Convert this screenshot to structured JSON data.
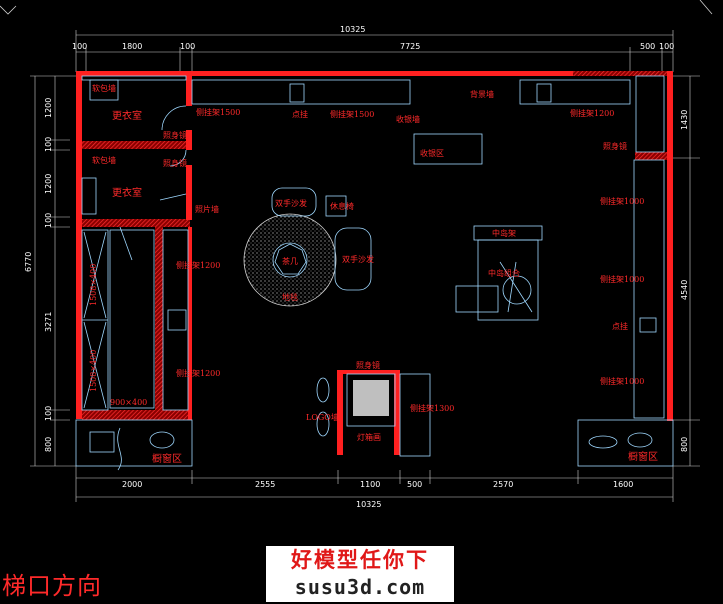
{
  "dims": {
    "top_total": "10325",
    "top_segments": [
      "100",
      "1800",
      "100",
      "7725",
      "500",
      "100"
    ],
    "bottom_segments": [
      "2000",
      "2555",
      "1100",
      "500",
      "2570",
      "1600"
    ],
    "bottom_total": "10325",
    "left_total": "6770",
    "left_segments": [
      "1200",
      "100",
      "1200",
      "100",
      "3271",
      "100",
      "800"
    ],
    "right_segments": [
      "1430",
      "4540",
      "800"
    ]
  },
  "labels": {
    "soft_pack_1": "软包墙",
    "soft_pack_2": "软包墙",
    "fitting_room_1": "更衣室",
    "fitting_room_2": "更衣室",
    "mirror_1": "照身镜",
    "mirror_2": "照身镜",
    "photo_wall": "照片墙",
    "shelf_1500_a": "侧挂架1500",
    "point_hang_a": "点挂",
    "shelf_1500_b": "侧挂架1500",
    "cashier_wall": "收银墙",
    "back_wall": "背景墙",
    "shelf_1200_top_right": "侧挂架1200",
    "mirror_right": "照身镜",
    "cashier_area": "收银区",
    "sofa_1": "双手沙发",
    "small_table": "休息椅",
    "coffee_table": "茶几",
    "sofa_2": "双手沙发",
    "carpet": "地毯",
    "shelf_1200_left_a": "侧挂架1200",
    "shelf_1200_left_b": "侧挂架1200",
    "left_block_1": "1508×400",
    "left_block_2": "1508×400",
    "left_block_3": "900×400",
    "island_rack": "中岛架",
    "island_display": "中岛组合",
    "shelf_1000_a": "侧挂架1000",
    "shelf_1000_b": "侧挂架1000",
    "point_hang_b": "点挂",
    "shelf_1000_c": "侧挂架1000",
    "mirror_center": "照身镜",
    "logo_wall": "LOGO墙",
    "shelf_1300": "侧挂架1300",
    "lightbox": "灯箱画",
    "window_left": "橱窗区",
    "window_right": "橱窗区"
  },
  "footer": {
    "direction": "梯口方向",
    "watermark_top": "好模型任你下",
    "watermark_bottom": "susu3d.com"
  }
}
